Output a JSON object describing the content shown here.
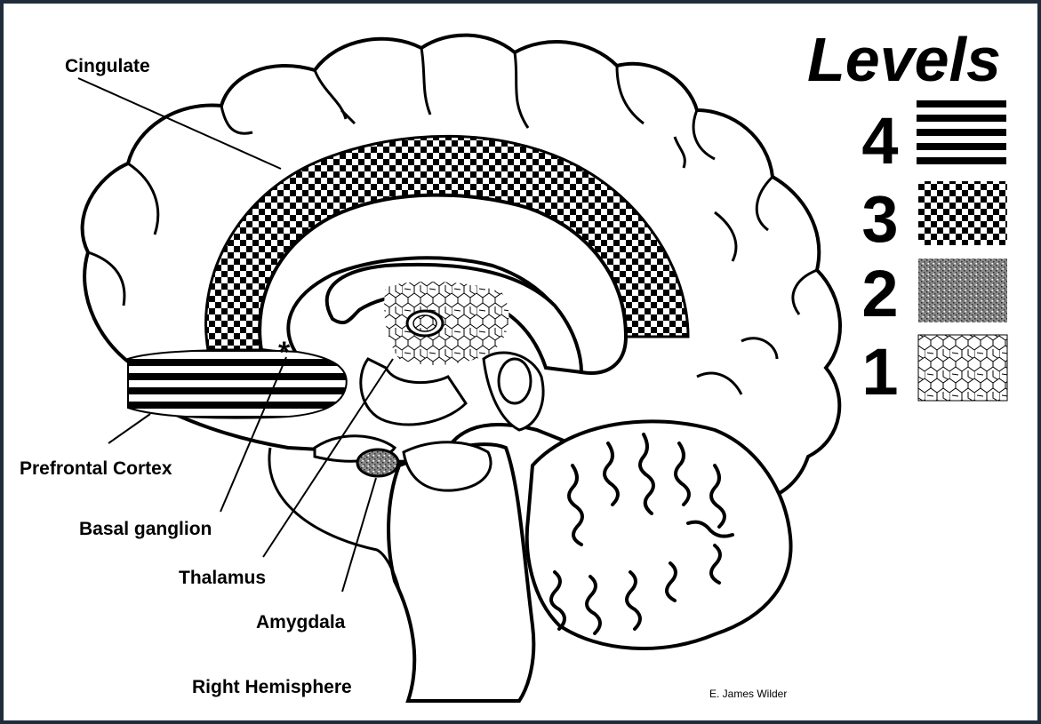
{
  "labels": {
    "cingulate": "Cingulate",
    "prefrontal": "Prefrontal Cortex",
    "basal": "Basal ganglion",
    "thalamus": "Thalamus",
    "amygdala": "Amygdala",
    "hemisphere": "Right Hemisphere"
  },
  "legend": {
    "title": "Levels",
    "levels": [
      {
        "number": "4",
        "pattern": "horizontal-stripes"
      },
      {
        "number": "3",
        "pattern": "checkerboard"
      },
      {
        "number": "2",
        "pattern": "stipple"
      },
      {
        "number": "1",
        "pattern": "polygon-mesh"
      }
    ]
  },
  "marker": "*",
  "credit": "E. James Wilder",
  "colors": {
    "frame": "#1f2d3a",
    "background": "#ffffff",
    "ink": "#000000",
    "stipple": "#6a6a6a"
  }
}
